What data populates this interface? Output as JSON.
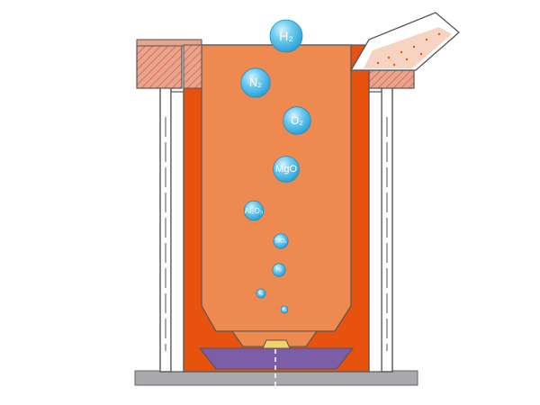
{
  "title": "",
  "colors": {
    "molten_metal": "#EE8A50",
    "refractory_lining": "#E8520F",
    "hatched_brick": "#E8A48C",
    "hatch_stroke": "#D0503C",
    "furnace_base_plate": "#A7A9AC",
    "porous_plug": "#7B5EA7",
    "plug_top": "#F2D36B",
    "bubble": "#3BB5E6",
    "bubble_highlight": "#D6F1FB",
    "outline": "#555555"
  },
  "bubbles": [
    {
      "key": "h2_top",
      "label": "H₂",
      "size_level": 1.0
    },
    {
      "key": "n2",
      "label": "N₂",
      "size_level": 0.9
    },
    {
      "key": "o2",
      "label": "O₂",
      "size_level": 0.85
    },
    {
      "key": "mgo",
      "label": "MgO",
      "size_level": 0.8
    },
    {
      "key": "al2o3",
      "label": "Al₂O₃",
      "size_level": 0.6
    },
    {
      "key": "sio2",
      "label": "SiO₂",
      "size_level": 0.45
    },
    {
      "key": "h2_small",
      "label": "H₂",
      "size_level": 0.4
    },
    {
      "key": "n2_small",
      "label": "N₂",
      "size_level": 0.28
    },
    {
      "key": "o2_small",
      "label": "O₂",
      "size_level": 0.22
    }
  ]
}
